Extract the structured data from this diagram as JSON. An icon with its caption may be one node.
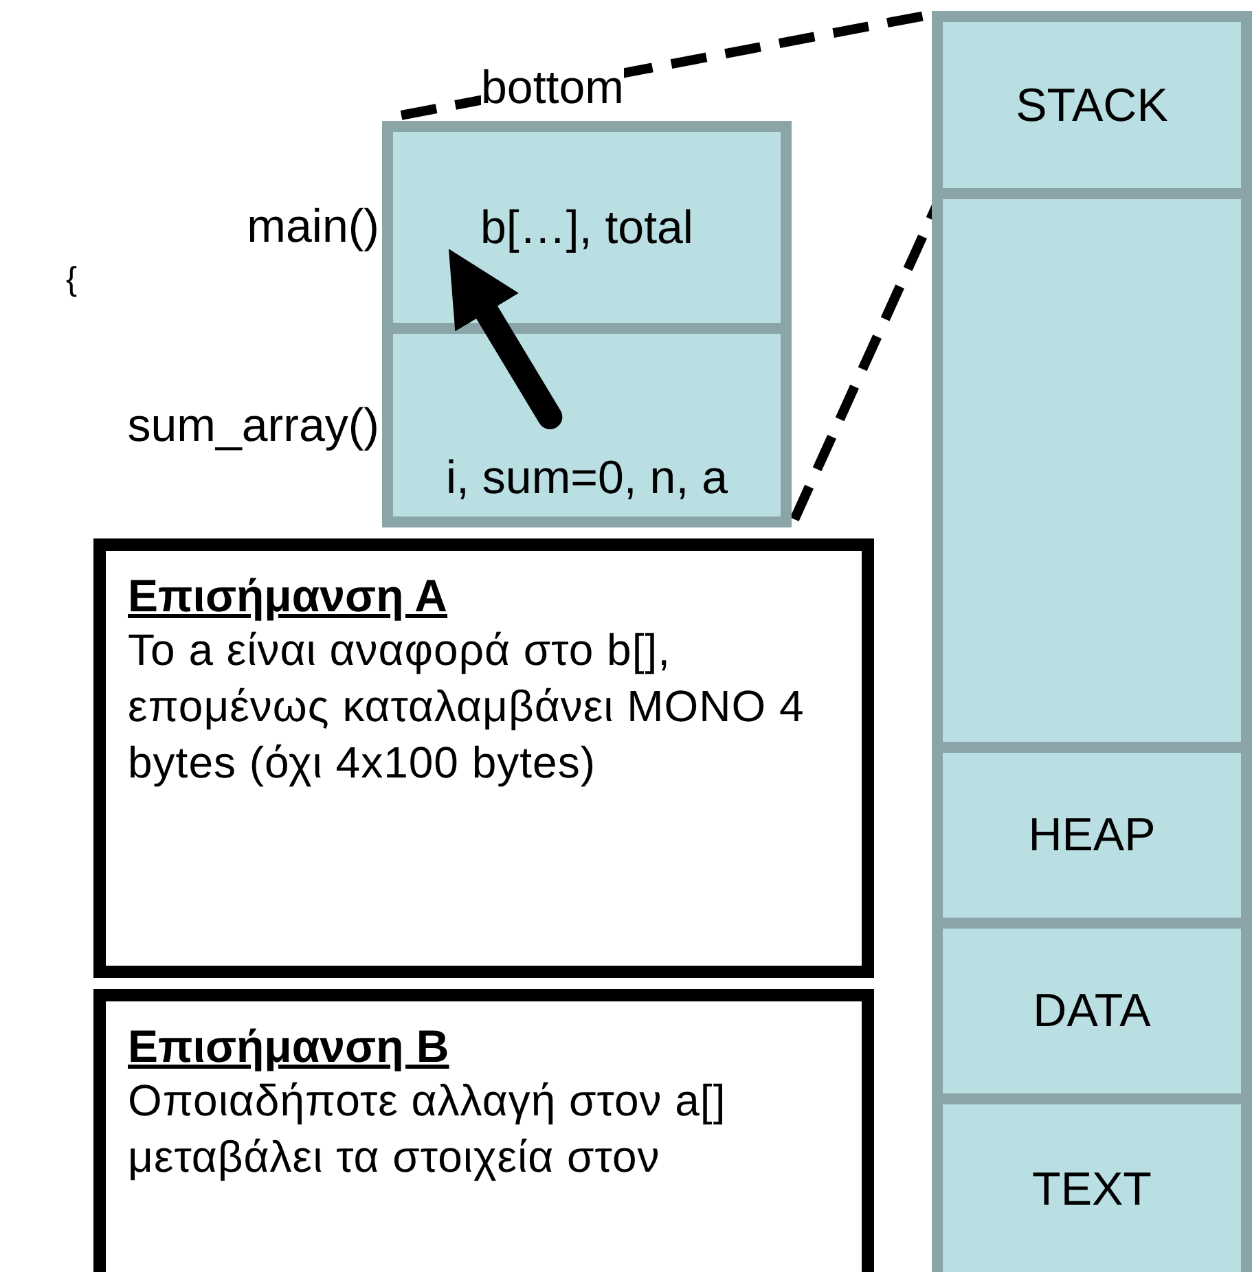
{
  "diagram": {
    "nodes": [
      {
        "text": [
          "b[…], total"
        ],
        "beside": [
          "main()"
        ]
      },
      {
        "text": [
          "i, sum=0, n, a"
        ],
        "beside": [
          "sum_array()"
        ]
      },
      {
        "text": [
          "STACK"
        ]
      },
      {
        "text": [],
        "shape": "box"
      },
      {
        "text": [
          "HEAP"
        ]
      },
      {
        "text": [
          "DATA"
        ]
      },
      {
        "text": [
          "TEXT"
        ]
      },
      {
        "text": [
          "Επισήμανση Α",
          "Το a είναι αναφορά στο b[], επομένως καταλαμβάνει ΜΟΝΟ 4 bytes (όχι 4x100 bytes)"
        ]
      },
      {
        "text": [
          "Επισήμανση Β",
          "Οποιαδήποτε αλλαγή στον a[] μεταβάλει τα στοιχεία στον"
        ]
      }
    ],
    "edges": [
      {
        "from": 1,
        "to": 0,
        "arrow": "to",
        "style": "thick"
      },
      {
        "from": 0,
        "to": 2,
        "arrow": "none",
        "style": "dashed"
      },
      {
        "from": 1,
        "to": 3,
        "arrow": "none",
        "style": "dashed"
      }
    ],
    "labels": [
      "bottom",
      "{"
    ]
  }
}
